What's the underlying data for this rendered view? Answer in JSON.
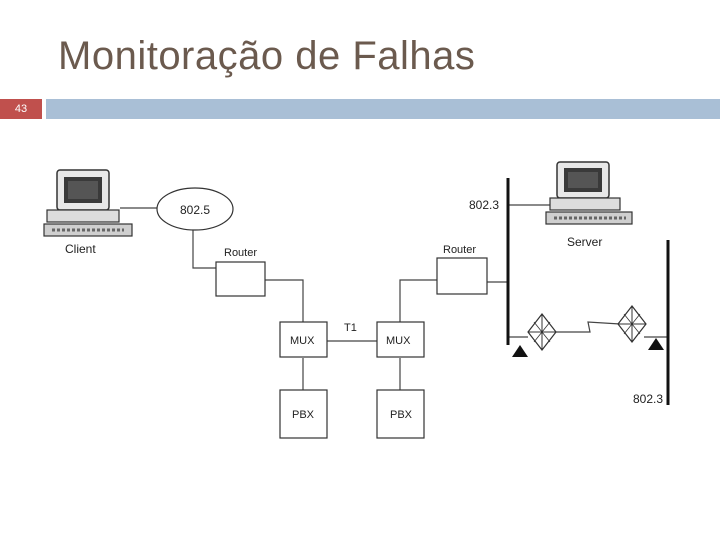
{
  "slide": {
    "title": "Monitoração de Falhas",
    "number": "43"
  },
  "diagram": {
    "client_label": "Client",
    "server_label": "Server",
    "ring_label": "802.5",
    "router_left_label": "Router",
    "router_right_label": "Router",
    "mux_left_label": "MUX",
    "mux_right_label": "MUX",
    "trunk_label": "T1",
    "pbx_left_label": "PBX",
    "pbx_right_label": "PBX",
    "ethernet_top_label": "802.3",
    "ethernet_bottom_label": "802.3"
  }
}
